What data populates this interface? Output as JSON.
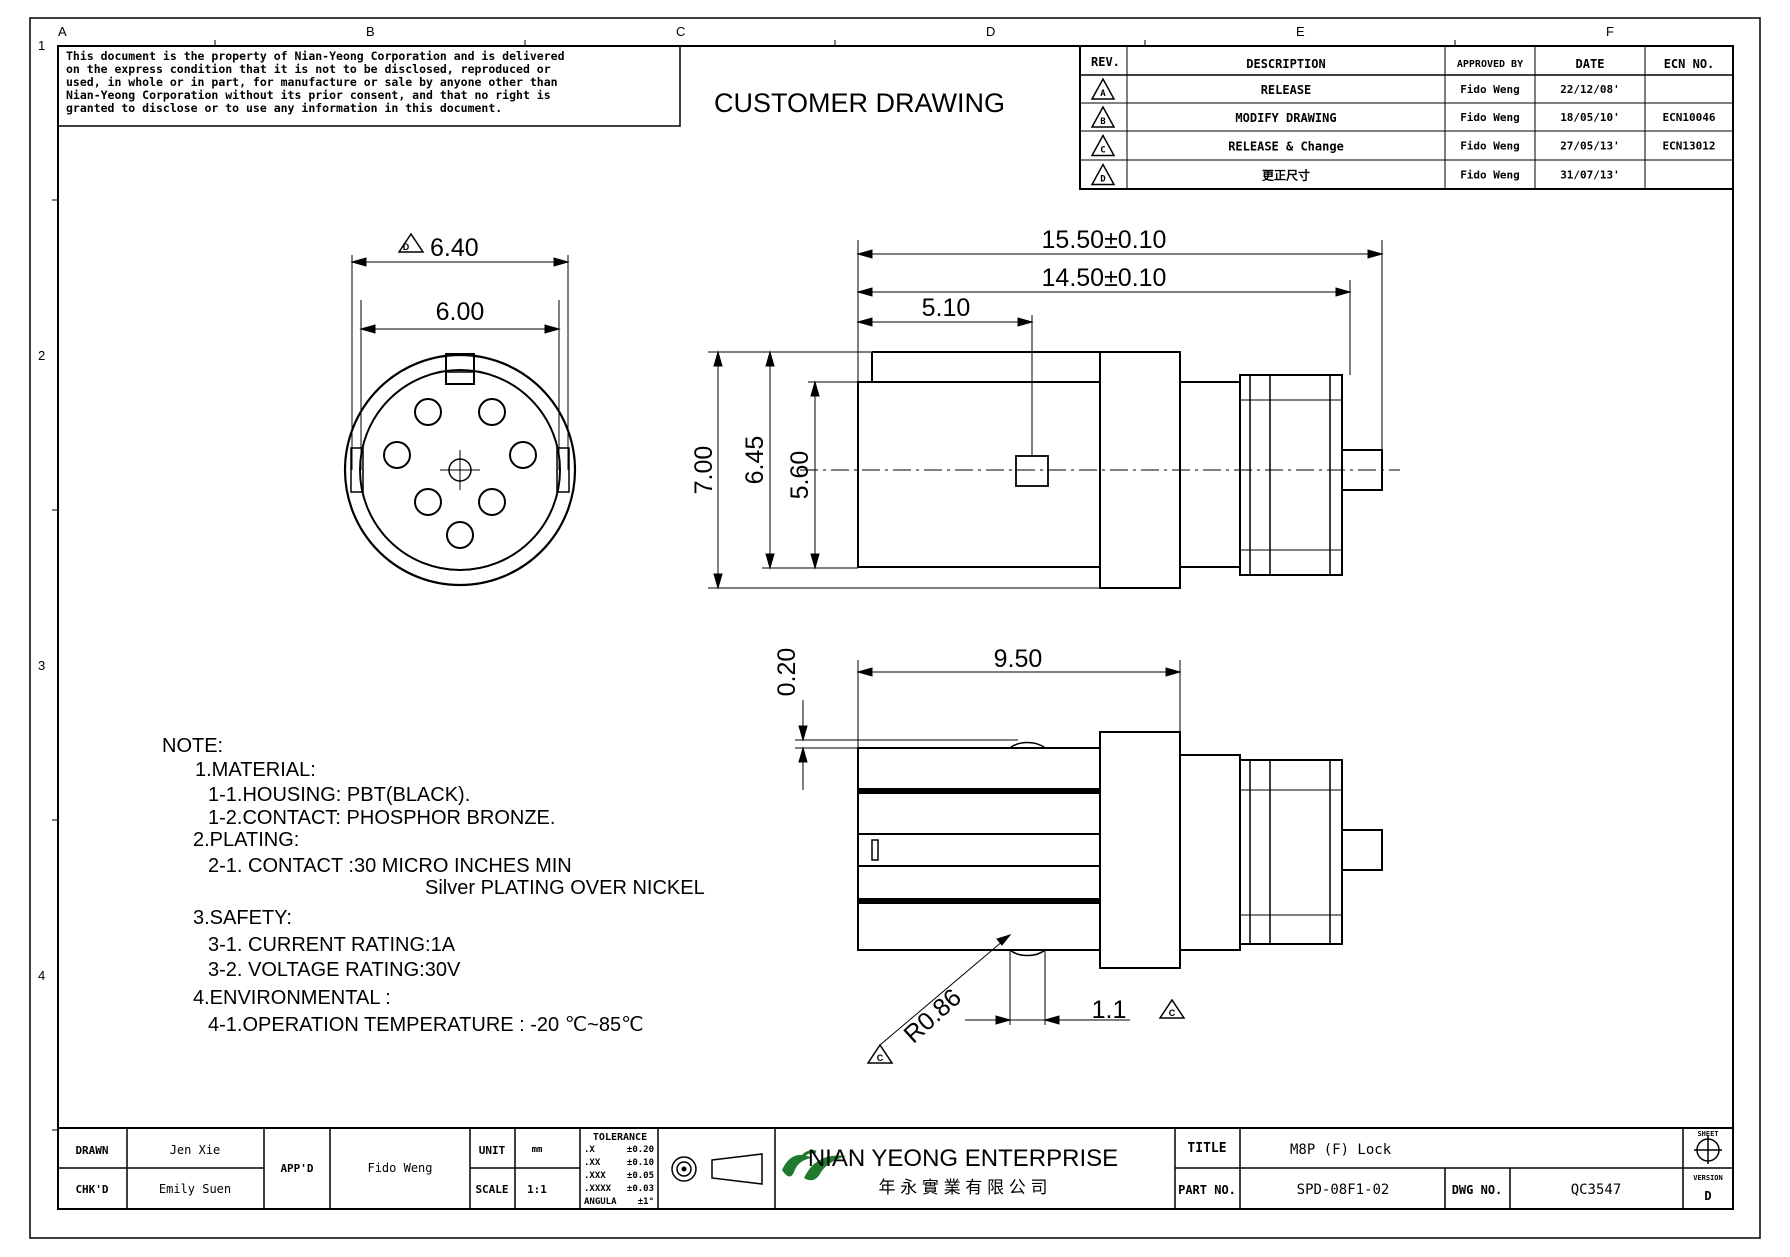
{
  "zones": {
    "top": [
      "A",
      "B",
      "C",
      "D",
      "E",
      "F"
    ],
    "left": [
      "1",
      "2",
      "3",
      "4"
    ]
  },
  "disclaimer": [
    "This document is the property of Nian-Yeong Corporation and is delivered",
    "on  the  express condition that it is not to be disclosed, reproduced or",
    "used, in whole or in part, for manufacture or sale by anyone other than",
    "Nian-Yeong Corporation without  its prior consent, and that  no right  is",
    "granted to disclose or to use any information in this  document."
  ],
  "drawing_title": "CUSTOMER  DRAWING",
  "revision_table": {
    "headers": {
      "rev": "REV.",
      "description": "DESCRIPTION",
      "approved": "APPROVED BY",
      "date": "DATE",
      "ecn": "ECN NO."
    },
    "rows": [
      {
        "rev": "A",
        "description": "RELEASE",
        "approved": "Fido Weng",
        "date": "22/12/08'",
        "ecn": ""
      },
      {
        "rev": "B",
        "description": "MODIFY DRAWING",
        "approved": "Fido Weng",
        "date": "18/05/10'",
        "ecn": "ECN10046"
      },
      {
        "rev": "C",
        "description": "RELEASE & Change",
        "approved": "Fido Weng",
        "date": "27/05/13'",
        "ecn": "ECN13012"
      },
      {
        "rev": "D",
        "description": "更正尺寸",
        "approved": "Fido Weng",
        "date": "31/07/13'",
        "ecn": ""
      }
    ]
  },
  "dimensions": {
    "front_outer": "6.40",
    "front_inner": "6.00",
    "overall_length": "15.50±0.10",
    "body_length": "14.50±0.10",
    "pin_offset": "5.10",
    "height_total": "7.00",
    "height_mid": "6.45",
    "height_inner": "5.60",
    "flange_length": "9.50",
    "clip_offset": "0.20",
    "clip_width": "1.1",
    "radius": "R0.86",
    "rev_d_marker": "D",
    "rev_c_marker": "C"
  },
  "notes": {
    "title": "NOTE:",
    "lines": [
      "1.MATERIAL:",
      "1-1.HOUSING:  PBT(BLACK).",
      "1-2.CONTACT:  PHOSPHOR  BRONZE.",
      "2.PLATING:",
      "2-1.  CONTACT  :30  MICRO  INCHES  MIN",
      "Silver  PLATING  OVER  NICKEL",
      "3.SAFETY:",
      "3-1.  CURRENT  RATING:1A",
      "3-2.  VOLTAGE  RATING:30V",
      "4.ENVIRONMENTAL  :",
      "4-1.OPERATION  TEMPERATURE  :  -20  ℃~85℃"
    ]
  },
  "title_block": {
    "drawn_label": "DRAWN",
    "drawn_value": "Jen Xie",
    "chkd_label": "CHK'D",
    "chkd_value": "Emily Suen",
    "appd_label": "APP'D",
    "appd_value": "Fido Weng",
    "unit_label": "UNIT",
    "unit_value": "mm",
    "scale_label": "SCALE",
    "scale_value": "1:1",
    "tolerance": {
      "title": "TOLERANCE",
      "rows": [
        {
          "k": ".X",
          "v": "±0.20"
        },
        {
          "k": ".XX",
          "v": "±0.10"
        },
        {
          "k": ".XXX",
          "v": "±0.05"
        },
        {
          "k": ".XXXX",
          "v": "±0.03"
        },
        {
          "k": "ANGULA",
          "v": "±1°"
        }
      ]
    },
    "company_en": "NIAN YEONG ENTERPRISE",
    "company_cn": "年 永 實 業 有 限 公 司",
    "title_label": "TITLE",
    "title_value": "M8P (F) Lock",
    "part_label": "PART NO.",
    "part_value": "SPD-08F1-02",
    "dwg_label": "DWG NO.",
    "dwg_value": "QC3547",
    "sheet_label": "SHEET",
    "version_label": "VERSION",
    "version_value": "D"
  },
  "colors": {
    "line": "#000000",
    "logo": "#1f7a2e",
    "paper": "#ffffff"
  }
}
